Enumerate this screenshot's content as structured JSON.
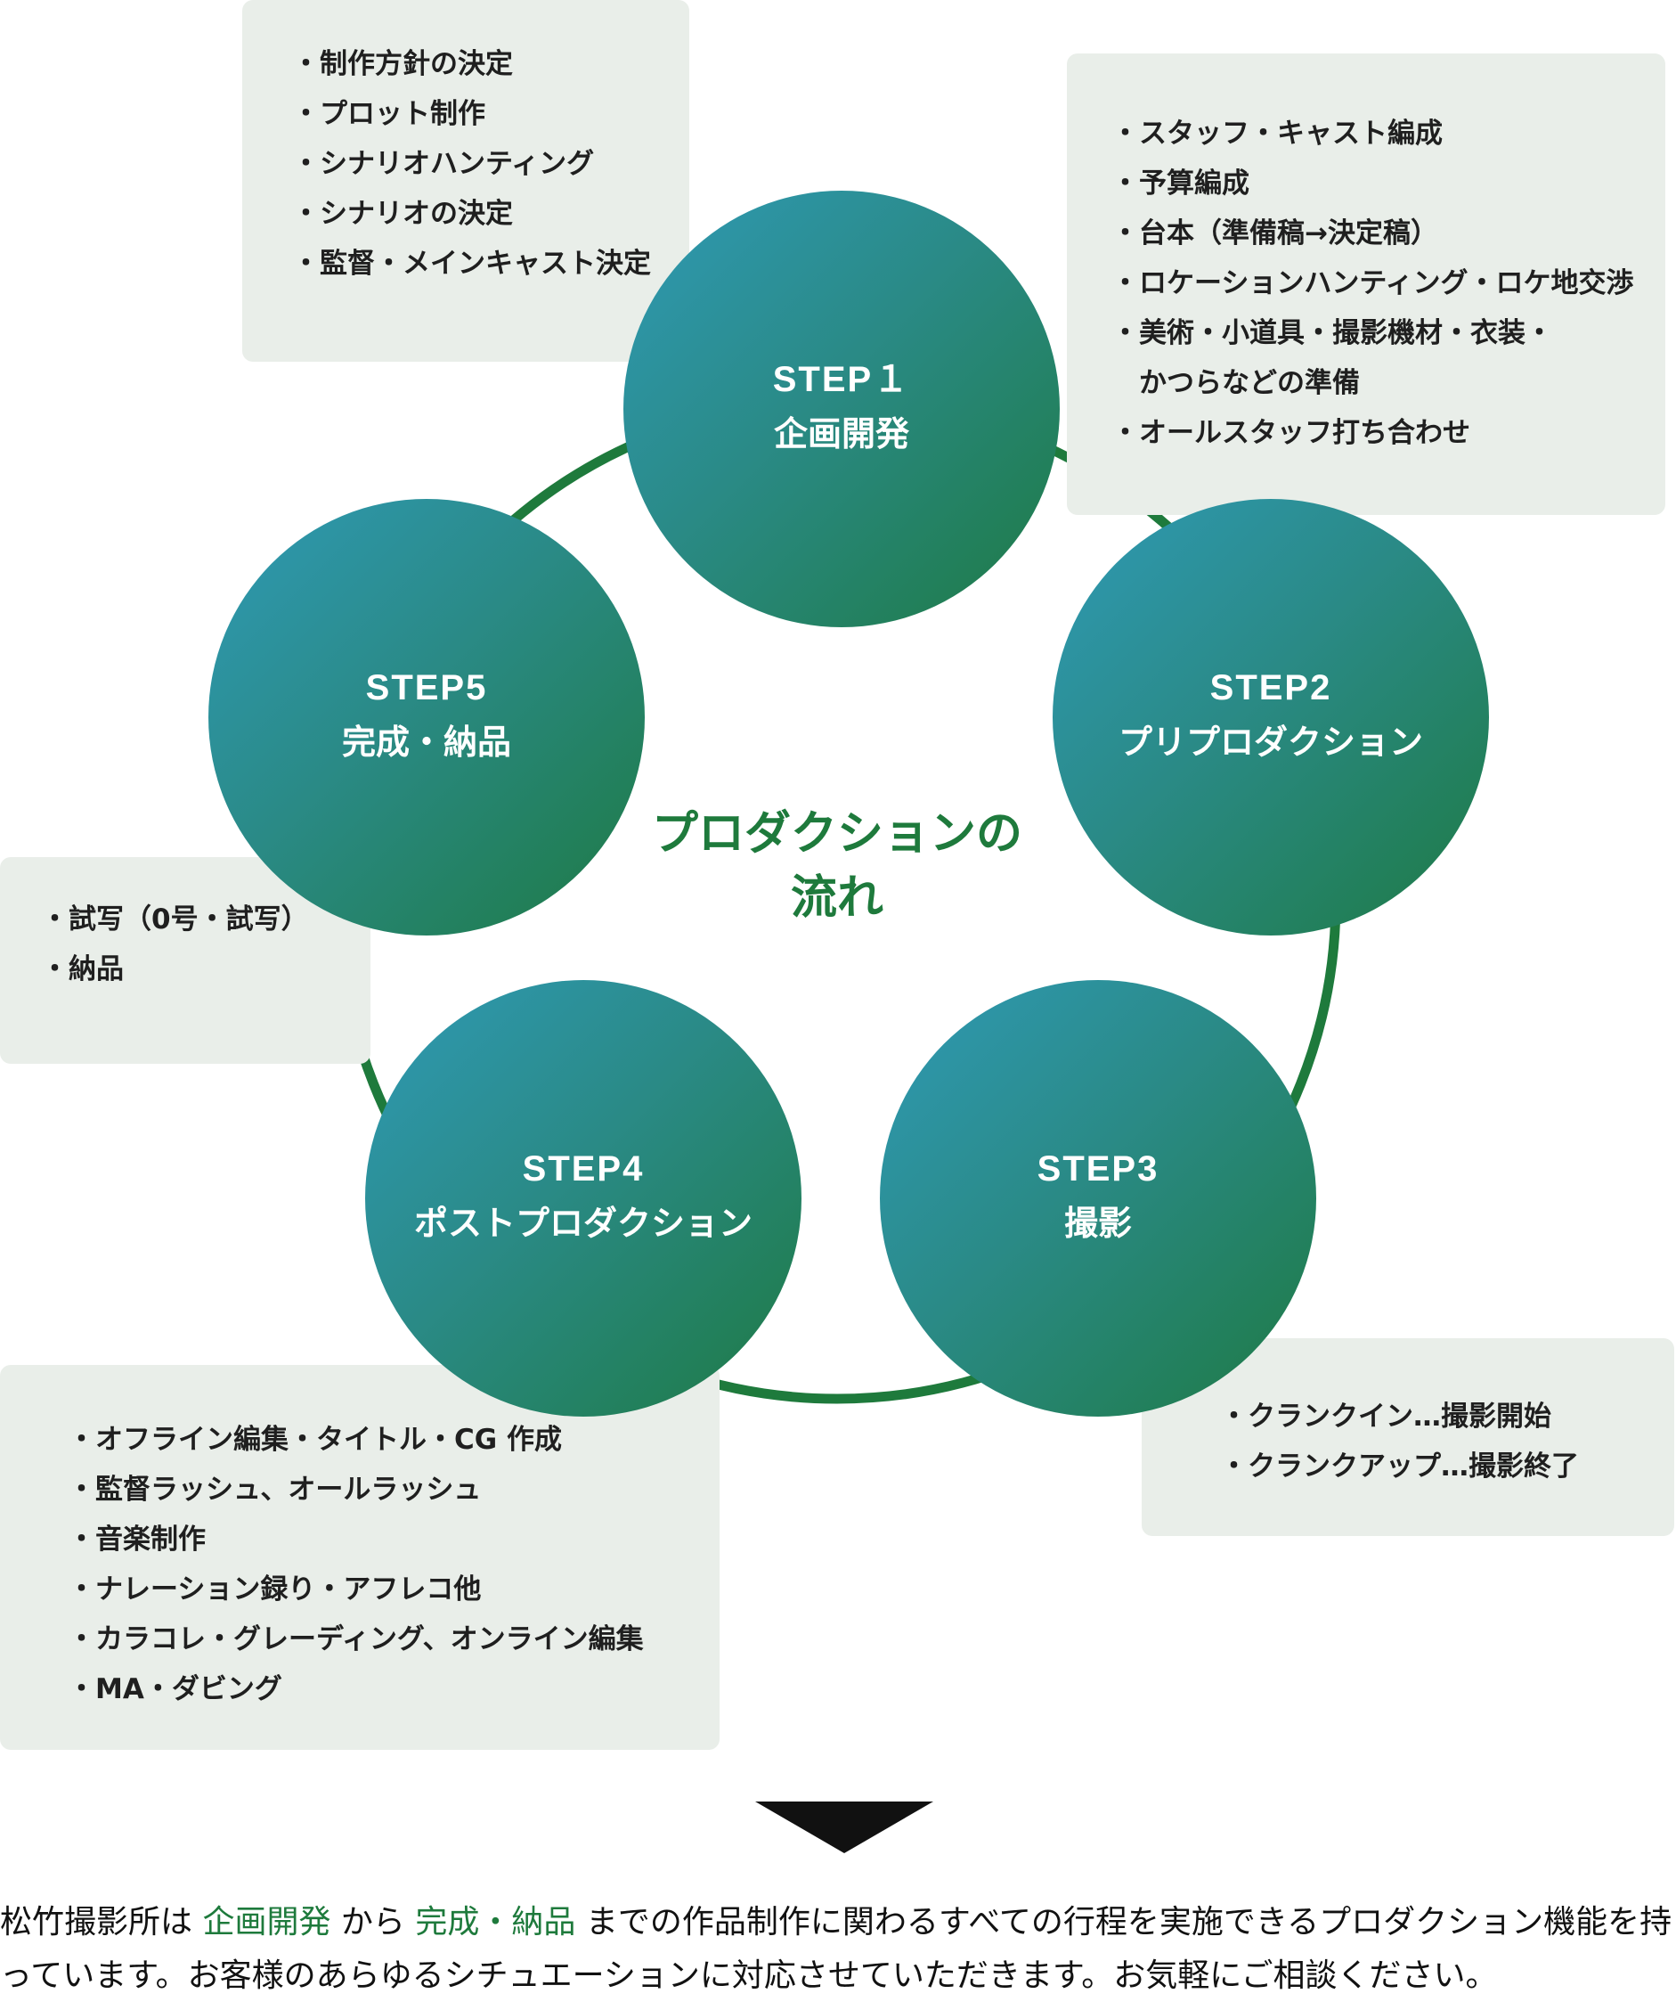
{
  "center_title": {
    "line1": "プロダクションの",
    "line2": "流れ"
  },
  "steps": [
    {
      "step": "STEP１",
      "name": "企画開発"
    },
    {
      "step": "STEP2",
      "name": "プリプロダクション"
    },
    {
      "step": "STEP3",
      "name": "撮影"
    },
    {
      "step": "STEP4",
      "name": "ポストプロダクション"
    },
    {
      "step": "STEP5",
      "name": "完成・納品"
    }
  ],
  "boxes": {
    "step1": [
      "・制作方針の決定",
      "・プロット制作",
      "・シナリオハンティング",
      "・シナリオの決定",
      "・監督・メインキャスト決定"
    ],
    "step2": [
      "・スタッフ・キャスト編成",
      "・予算編成",
      "・台本（準備稿→決定稿）",
      "・ロケーションハンティング・ロケ地交渉",
      "・美術・小道具・撮影機材・衣装・",
      "かつらなどの準備",
      "・オールスタッフ打ち合わせ"
    ],
    "step3": [
      "・クランクイン…撮影開始",
      "・クランクアップ…撮影終了"
    ],
    "step4": [
      "・オフライン編集・タイトル・CG 作成",
      "・監督ラッシュ、オールラッシュ",
      "・音楽制作",
      "・ナレーション録り・アフレコ他",
      "・カラコレ・グレーディング、オンライン編集",
      "・MA・ダビング"
    ],
    "step5": [
      "・試写（0号・試写）",
      "・納品"
    ]
  },
  "footer": {
    "p1": "松竹撮影所は ",
    "hl1": "企画開発",
    "p2": " から ",
    "hl2": "完成・納品",
    "p3": " までの作品制作に関わるすべての行程を実施できるプロダクション機能を持っています。お客様のあらゆるシチュエーションに対応させていただきます。お気軽にご相談ください。"
  },
  "colors": {
    "accent_green": "#1e7a3c",
    "circle_gradient_start": "#2f9ab5",
    "circle_gradient_end": "#1e7a44",
    "box_bg": "#e9eee9"
  }
}
